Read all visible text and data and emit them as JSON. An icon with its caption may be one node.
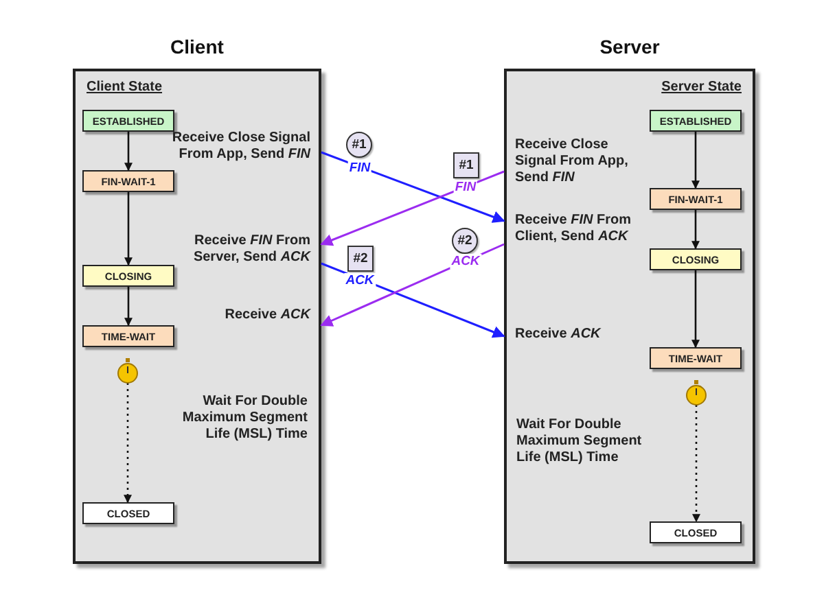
{
  "diagram": {
    "nodes": [
      {
        "text": [
          "Client",
          "Client State"
        ]
      },
      {
        "text": [
          "Server",
          "Server State"
        ]
      },
      {
        "text": [
          "ESTABLISHED"
        ],
        "in": 0
      },
      {
        "text": [
          "FIN-WAIT-1"
        ],
        "in": 0
      },
      {
        "text": [
          "CLOSING"
        ],
        "in": 0
      },
      {
        "text": [
          "TIME-WAIT"
        ],
        "in": 0
      },
      {
        "text": [],
        "shape": "picture",
        "in": 0
      },
      {
        "text": [
          "CLOSED"
        ],
        "in": 0
      },
      {
        "text": [
          "Receive Close Signal From App, Send *FIN*"
        ],
        "in": 0
      },
      {
        "text": [
          "Receive *FIN* From Server, Send *ACK*"
        ],
        "in": 0
      },
      {
        "text": [
          "Receive *ACK*"
        ],
        "in": 0
      },
      {
        "text": [
          "ESTABLISHED"
        ],
        "in": 1
      },
      {
        "text": [
          "FIN-WAIT-1"
        ],
        "in": 1
      },
      {
        "text": [
          "CLOSING"
        ],
        "in": 1
      },
      {
        "text": [
          "TIME-WAIT"
        ],
        "in": 1
      },
      {
        "text": [],
        "shape": "picture",
        "in": 1
      },
      {
        "text": [
          "CLOSED"
        ],
        "in": 1
      },
      {
        "text": [
          "Receive Close Signal From App, Send *FIN*"
        ],
        "in": 1
      },
      {
        "text": [
          "Receive *FIN* From Client, Send *ACK*"
        ],
        "in": 1
      },
      {
        "text": [
          "Receive *ACK*"
        ],
        "in": 1
      }
    ],
    "edges": [
      {
        "from": 2,
        "to": 3,
        "arrow": "to"
      },
      {
        "from": 3,
        "to": 4,
        "arrow": "to"
      },
      {
        "from": 4,
        "to": 5,
        "arrow": "to"
      },
      {
        "from": 6,
        "to": 7,
        "arrow": "to",
        "style": "dashed"
      },
      {
        "from": 11,
        "to": 12,
        "arrow": "to"
      },
      {
        "from": 12,
        "to": 13,
        "arrow": "to"
      },
      {
        "from": 13,
        "to": 14,
        "arrow": "to"
      },
      {
        "from": 15,
        "to": 16,
        "arrow": "to",
        "style": "dashed"
      },
      {
        "from": 8,
        "to": 18,
        "arrow": "to",
        "color": "#1f1fff"
      },
      {
        "from": 17,
        "to": 9,
        "arrow": "to",
        "color": "#9b2cf0"
      },
      {
        "from": 9,
        "to": 19,
        "arrow": "to",
        "color": "#1f1fff"
      },
      {
        "from": 18,
        "to": 10,
        "arrow": "to",
        "color": "#9b2cf0"
      }
    ],
    "labels": [
      "#1",
      "FIN",
      "#1",
      "FIN",
      "#2",
      "ACK",
      "#2",
      "ACK",
      "Wait For Double Maximum Segment Life (MSL) Time",
      "Wait For Double Maximum Segment Life (MSL) Time"
    ]
  }
}
